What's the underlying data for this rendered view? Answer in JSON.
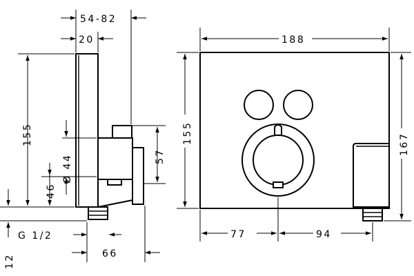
{
  "dimensions": {
    "side_depth_range": "54-82",
    "side_panel_thickness": "20",
    "side_height": "155",
    "side_pipe_diameter": "Ø 44",
    "side_lower_height": "46",
    "side_module_height": "57",
    "side_thread": "G 1/2",
    "side_bottom_offset": "12",
    "side_module_width": "66",
    "front_width": "188",
    "front_height": "155",
    "front_total_height": "167",
    "front_left_offset": "77",
    "front_right_offset": "94"
  },
  "colors": {
    "stroke": "#000000",
    "background": "#ffffff"
  }
}
